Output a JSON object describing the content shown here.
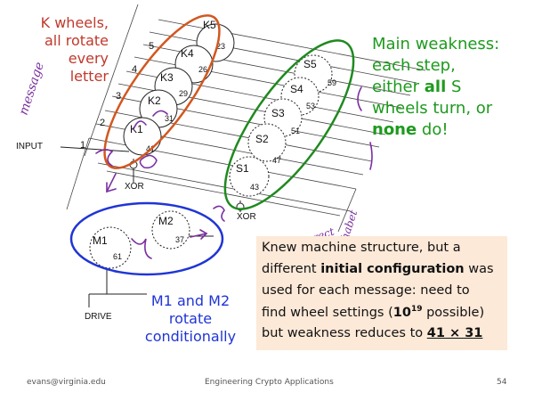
{
  "diagram": {
    "k_wheels": [
      {
        "name": "K5",
        "count": "23"
      },
      {
        "name": "K4",
        "count": "26"
      },
      {
        "name": "K3",
        "count": "29"
      },
      {
        "name": "K2",
        "count": "31"
      },
      {
        "name": "K1",
        "count": "41"
      }
    ],
    "s_wheels": [
      {
        "name": "S5",
        "count": "59"
      },
      {
        "name": "S4",
        "count": "53"
      },
      {
        "name": "S3",
        "count": "51"
      },
      {
        "name": "S2",
        "count": "47"
      },
      {
        "name": "S1",
        "count": "43"
      }
    ],
    "m_wheels": [
      {
        "name": "M1",
        "count": "61"
      },
      {
        "name": "M2",
        "count": "37"
      }
    ],
    "rows": [
      "1",
      "2",
      "3",
      "4",
      "5"
    ],
    "input_label": "INPUT",
    "xor_label": "XOR",
    "drive_label": "DRIVE"
  },
  "annotations": {
    "k_note": [
      "K wheels,",
      "all rotate",
      "every",
      "letter"
    ],
    "s_note": {
      "line1": "Main weakness:",
      "line2": "each step,",
      "line3_pre": "either ",
      "line3_bold": "all",
      "line3_post": " S",
      "line4": "wheels turn, or",
      "line5_bold": "none",
      "line5_post": " do!"
    },
    "m_note": [
      "M1 and M2",
      "rotate",
      "conditionally"
    ],
    "handwriting": [
      "message",
      "correct",
      "alphabet"
    ]
  },
  "box": {
    "line1": "Knew machine structure, but a",
    "line2_pre": "different ",
    "line2_bold": "initial configuration",
    "line2_post": " was",
    "line3": "used for each message: need to",
    "line4_pre": "find wheel settings (",
    "line4_base": "10",
    "line4_sup": "19",
    "line4_post": " possible)",
    "line5_pre": "but weakness reduces to ",
    "line5_bold": "41 × 31"
  },
  "footer": {
    "email": "evans@virginia.edu",
    "course": "Engineering Crypto Applications",
    "page": "54"
  },
  "colors": {
    "red": "#c0392b",
    "green": "#1e9a1e",
    "blue": "#1f35d6",
    "purple": "#7a2fa0",
    "box_bg": "#fde9d8"
  }
}
